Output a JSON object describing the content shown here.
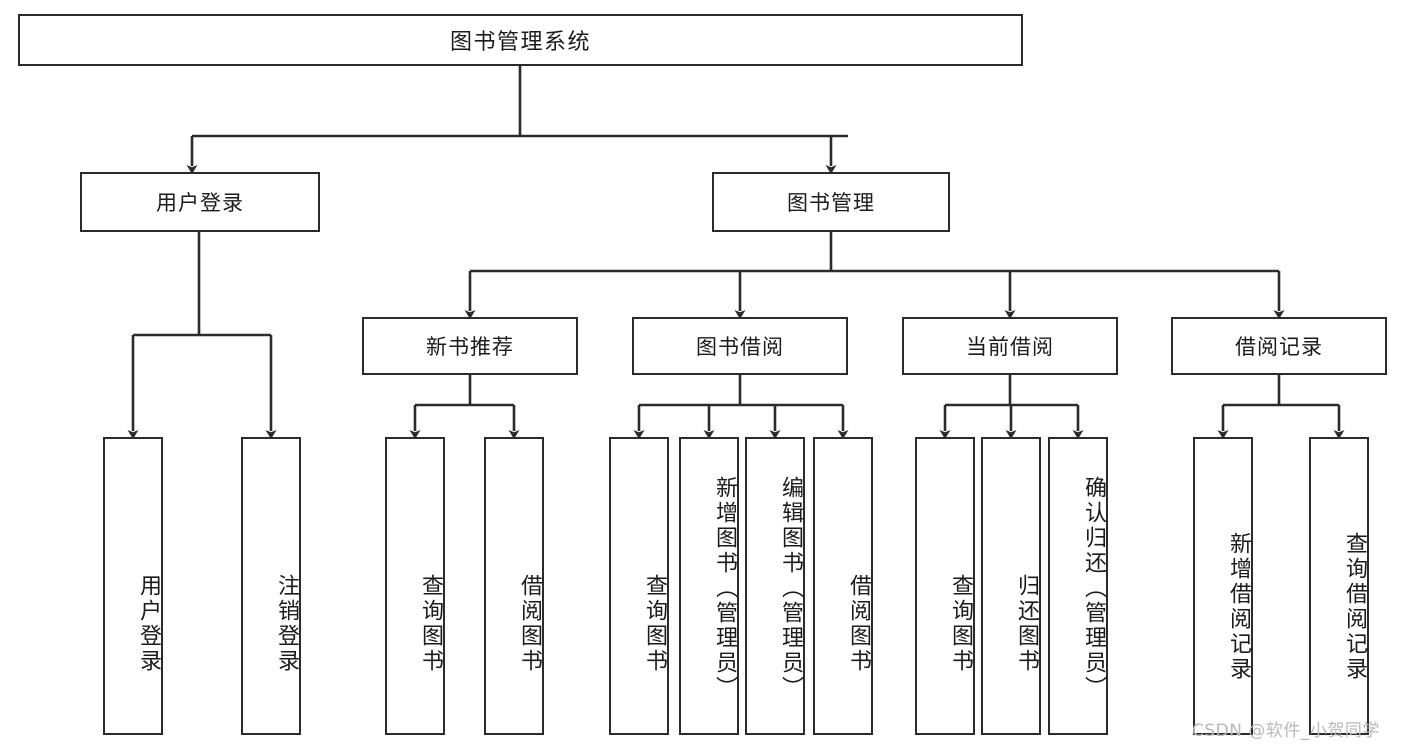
{
  "diagram": {
    "title": "图书管理系统",
    "type": "tree",
    "root": {
      "label": "图书管理系统"
    },
    "level2": [
      {
        "id": "user-login",
        "label": "用户登录"
      },
      {
        "id": "book-manage",
        "label": "图书管理"
      }
    ],
    "level3": [
      {
        "id": "new-book-recommend",
        "label": "新书推荐",
        "parent": "book-manage"
      },
      {
        "id": "book-borrow",
        "label": "图书借阅",
        "parent": "book-manage"
      },
      {
        "id": "current-borrow",
        "label": "当前借阅",
        "parent": "book-manage"
      },
      {
        "id": "borrow-record",
        "label": "借阅记录",
        "parent": "book-manage"
      }
    ],
    "leaves": [
      {
        "id": "leaf-user-login",
        "label": "用户登录",
        "parent": "user-login"
      },
      {
        "id": "leaf-logout-login",
        "label": "注销登录",
        "parent": "user-login"
      },
      {
        "id": "leaf-query-book-1",
        "label": "查询图书",
        "parent": "new-book-recommend"
      },
      {
        "id": "leaf-borrow-book-1",
        "label": "借阅图书",
        "parent": "new-book-recommend"
      },
      {
        "id": "leaf-query-book-2",
        "label": "查询图书",
        "parent": "book-borrow"
      },
      {
        "id": "leaf-add-book",
        "label": "新增图书（管理员）",
        "parent": "book-borrow"
      },
      {
        "id": "leaf-edit-book",
        "label": "编辑图书（管理员）",
        "parent": "book-borrow"
      },
      {
        "id": "leaf-borrow-book-2",
        "label": "借阅图书",
        "parent": "book-borrow"
      },
      {
        "id": "leaf-query-book-3",
        "label": "查询图书",
        "parent": "current-borrow"
      },
      {
        "id": "leaf-return-book",
        "label": "归还图书",
        "parent": "current-borrow"
      },
      {
        "id": "leaf-confirm-return",
        "label": "确认归还（管理员）",
        "parent": "current-borrow"
      },
      {
        "id": "leaf-add-record",
        "label": "新增借阅记录",
        "parent": "borrow-record"
      },
      {
        "id": "leaf-query-record",
        "label": "查询借阅记录",
        "parent": "borrow-record"
      }
    ]
  },
  "watermark": {
    "text": "CSDN @软件_小贺同学"
  },
  "colors": {
    "stroke": "#2b2b2b",
    "background": "#ffffff",
    "text": "#1b1b1b",
    "watermark": "#b9b9b9"
  }
}
